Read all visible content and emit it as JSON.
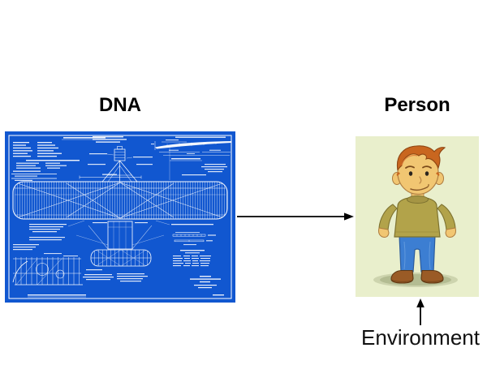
{
  "labels": {
    "dna": "DNA",
    "person": "Person",
    "environment": "Environment"
  },
  "colors": {
    "slide_bg": "#ffffff",
    "title_text": "#000000",
    "blueprint_bg": "#1157d0",
    "blueprint_line": "#ffffff",
    "person_bg": "#e9efcc",
    "skin": "#f1c672",
    "hair": "#c9661f",
    "sweater": "#b2a34a",
    "jeans": "#3c7ed2",
    "shoes": "#9a5b26",
    "arrow": "#000000"
  },
  "icons": {
    "blueprint": "wright-flyer-blueprint-image",
    "person": "cartoon-boy-image",
    "dna_to_person": "right-arrow",
    "environment_to_person": "up-arrow"
  }
}
